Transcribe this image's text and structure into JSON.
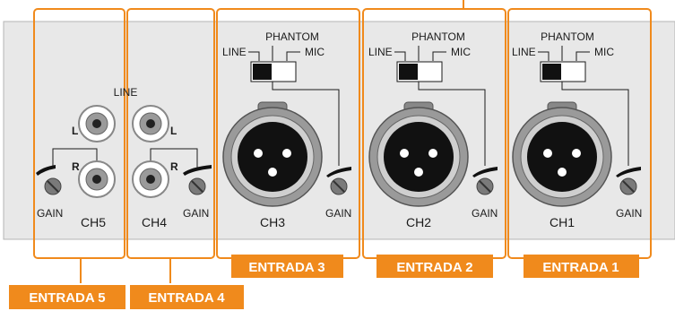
{
  "colors": {
    "accent": "#f08a1c",
    "panel": "#e8e8e8",
    "panel_border": "#b5b5b5"
  },
  "channels": [
    {
      "id": "ch1",
      "name": "CH1",
      "entrada": "ENTRADA 1",
      "type": "xlr",
      "phantom": "PHANTOM",
      "line": "LINE",
      "mic": "MIC",
      "gain": "GAIN"
    },
    {
      "id": "ch2",
      "name": "CH2",
      "entrada": "ENTRADA 2",
      "type": "xlr",
      "phantom": "PHANTOM",
      "line": "LINE",
      "mic": "MIC",
      "gain": "GAIN"
    },
    {
      "id": "ch3",
      "name": "CH3",
      "entrada": "ENTRADA 3",
      "type": "xlr",
      "phantom": "PHANTOM",
      "line": "LINE",
      "mic": "MIC",
      "gain": "GAIN"
    },
    {
      "id": "ch4",
      "name": "CH4",
      "entrada": "ENTRADA 4",
      "type": "rca",
      "gain": "GAIN",
      "left": "L",
      "right": "R"
    },
    {
      "id": "ch5",
      "name": "CH5",
      "entrada": "ENTRADA 5",
      "type": "rca",
      "gain": "GAIN",
      "left": "L",
      "right": "R"
    }
  ],
  "line_label": "LINE"
}
